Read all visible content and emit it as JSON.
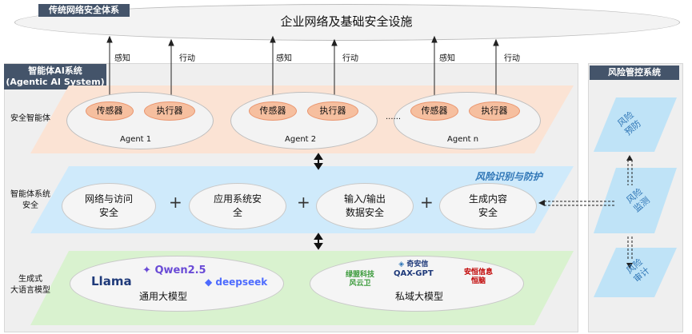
{
  "top": {
    "label": "传统网络安全体系",
    "title": "企业网络及基础安全设施"
  },
  "agentic": {
    "label_line1": "智能体AI系统",
    "label_line2": "(Agentic AI System)"
  },
  "risk_control": {
    "label": "风险管控系统",
    "items": [
      "风险\n预防",
      "风险\n监测",
      "风险\n审计"
    ]
  },
  "links": {
    "sense": "感知",
    "act": "行动"
  },
  "rows": {
    "agent_row_label": "安全智能体",
    "system_row_label_line1": "智能体系统",
    "system_row_label_line2": "安全",
    "llm_row_label_line1": "生成式",
    "llm_row_label_line2": "大语言模型"
  },
  "agents": [
    {
      "sensor": "传感器",
      "actuator": "执行器",
      "name": "Agent 1"
    },
    {
      "sensor": "传感器",
      "actuator": "执行器",
      "name": "Agent 2"
    },
    {
      "sensor": "传感器",
      "actuator": "执行器",
      "name": "Agent n"
    }
  ],
  "agents_ellipsis": "......",
  "security": {
    "band_title": "风险识别与防护",
    "items": [
      {
        "line1": "网络与访问",
        "line2": "安全"
      },
      {
        "line1": "应用系统安",
        "line2": "全"
      },
      {
        "line1": "输入/输出",
        "line2": "数据安全"
      },
      {
        "line1": "生成内容",
        "line2": "安全"
      }
    ],
    "plus": "+"
  },
  "llm": {
    "general": {
      "label": "通用大模型",
      "logos": [
        "Llama",
        "Qwen2.5",
        "deepseek"
      ]
    },
    "private": {
      "label": "私域大模型",
      "logos": [
        {
          "line1": "绿盟科技",
          "line2": "风云卫"
        },
        {
          "line1": "奇安信",
          "line2": "QAX-GPT"
        },
        {
          "line1": "安恒信息",
          "line2": "恒脑"
        }
      ]
    }
  },
  "colors": {
    "header_bg": "#44546a",
    "agent_band": "#fbe3d4",
    "security_band": "#cfeafb",
    "llm_band": "#d9f2cf",
    "pill": "#f6bf9f",
    "risk_shape": "#bfe3f7",
    "accent_blue": "#2e75b6",
    "private_red": "#c00000",
    "private_green": "#3a9a3a"
  }
}
